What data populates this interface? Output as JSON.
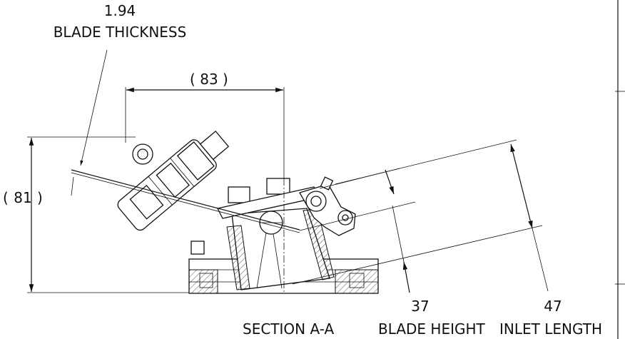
{
  "labels": {
    "blade_thickness_value": "1.94",
    "blade_thickness_label": "BLADE THICKNESS",
    "width_value": "83",
    "height_value": "81",
    "blade_height_value": "37",
    "inlet_length_value": "47",
    "section_label": "SECTION A-A",
    "blade_height_label": "BLADE HEIGHT",
    "inlet_length_label": "INLET LENGTH"
  }
}
